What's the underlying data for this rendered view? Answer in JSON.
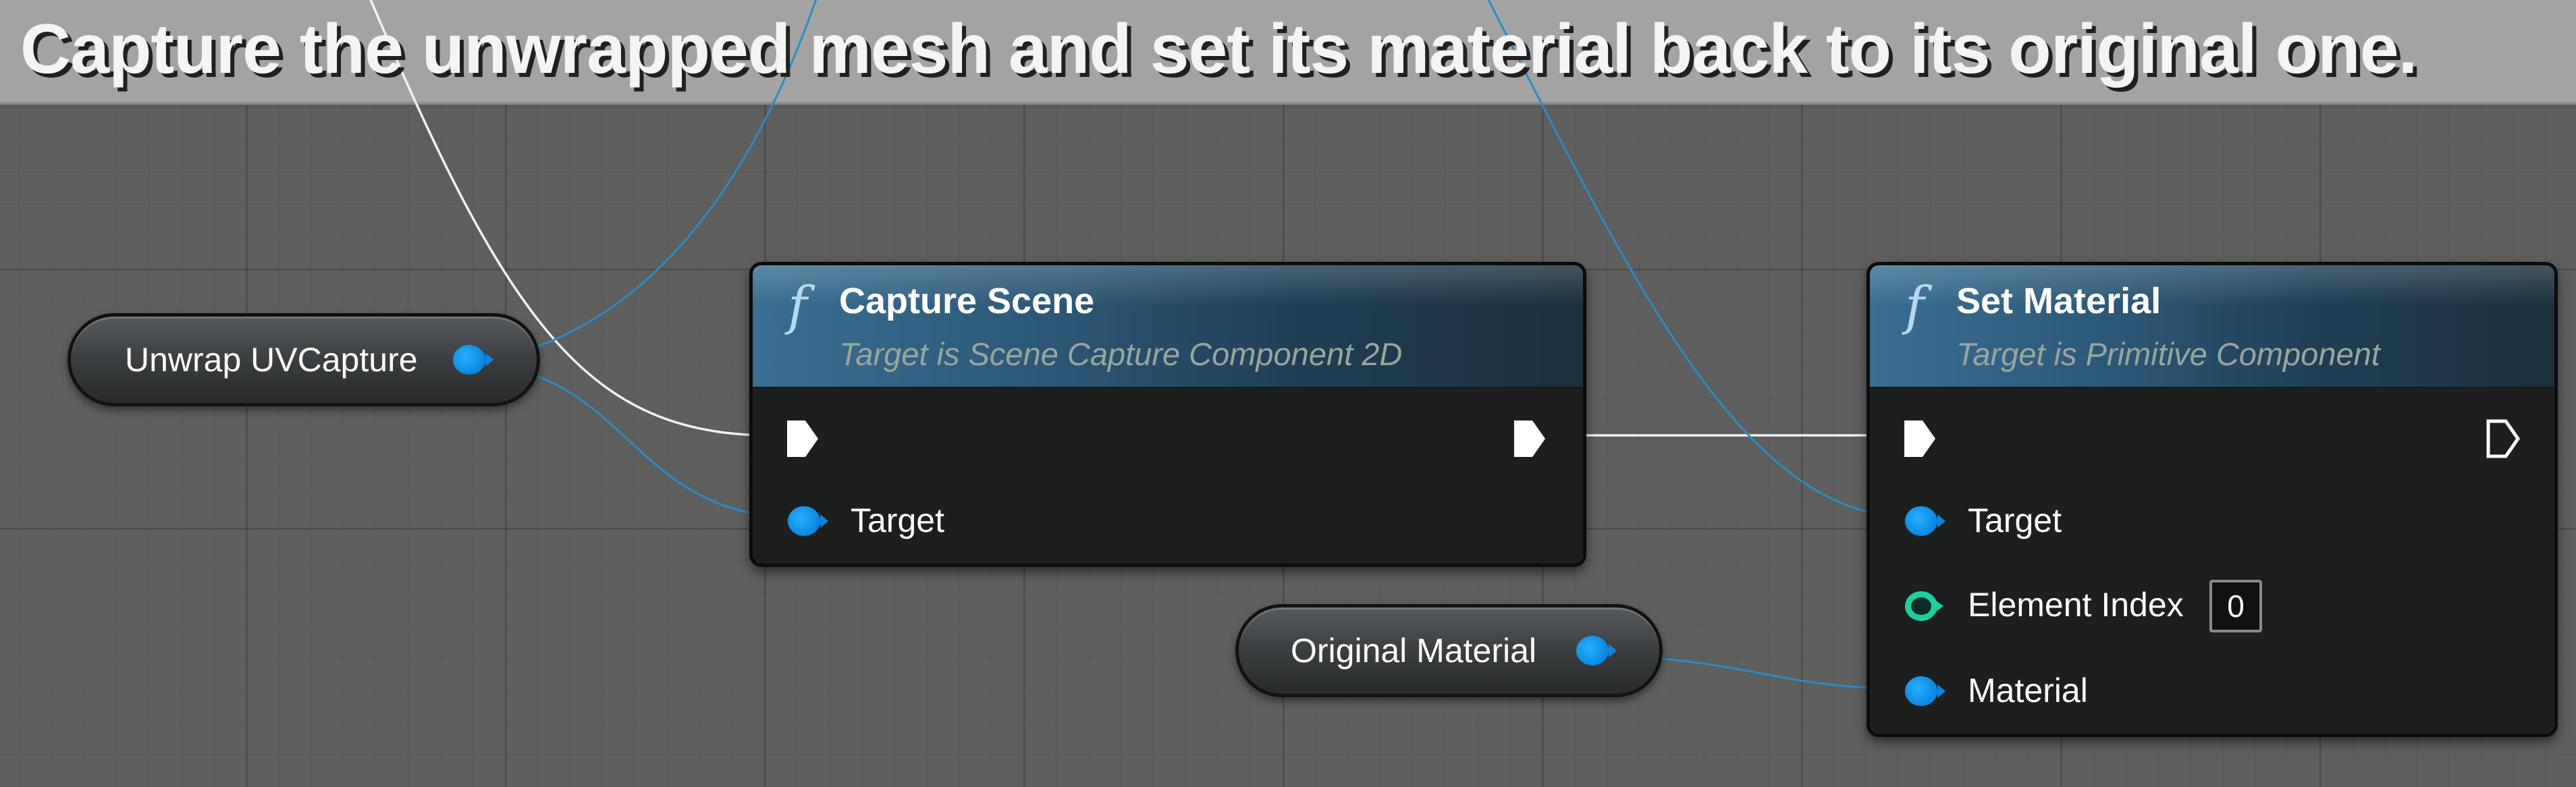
{
  "comment": {
    "text": "Capture the unwrapped mesh and set its material back to its original one."
  },
  "variables": {
    "unwrap": {
      "label": "Unwrap UVCapture"
    },
    "original_material": {
      "label": "Original Material"
    }
  },
  "capture_scene": {
    "icon": "f",
    "title": "Capture Scene",
    "subtitle": "Target is Scene Capture Component 2D",
    "target_label": "Target"
  },
  "set_material": {
    "icon": "f",
    "title": "Set Material",
    "subtitle": "Target is Primitive Component",
    "target_label": "Target",
    "element_index_label": "Element Index",
    "element_index_value": "0",
    "material_label": "Material"
  },
  "colors": {
    "object_pin": "#0a86e0",
    "integer_pin": "#1bcfa0",
    "exec_wire": "#ffffff",
    "object_wire": "#2c8cc4",
    "header_blue": "#2c5877"
  }
}
